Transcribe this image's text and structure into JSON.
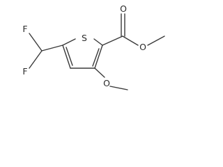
{
  "atoms": {
    "fluorine_top": "F",
    "fluorine_bottom": "F",
    "sulfur": "S",
    "carbonyl_oxygen": "O",
    "ester_oxygen": "O",
    "methoxy_oxygen": "O"
  }
}
